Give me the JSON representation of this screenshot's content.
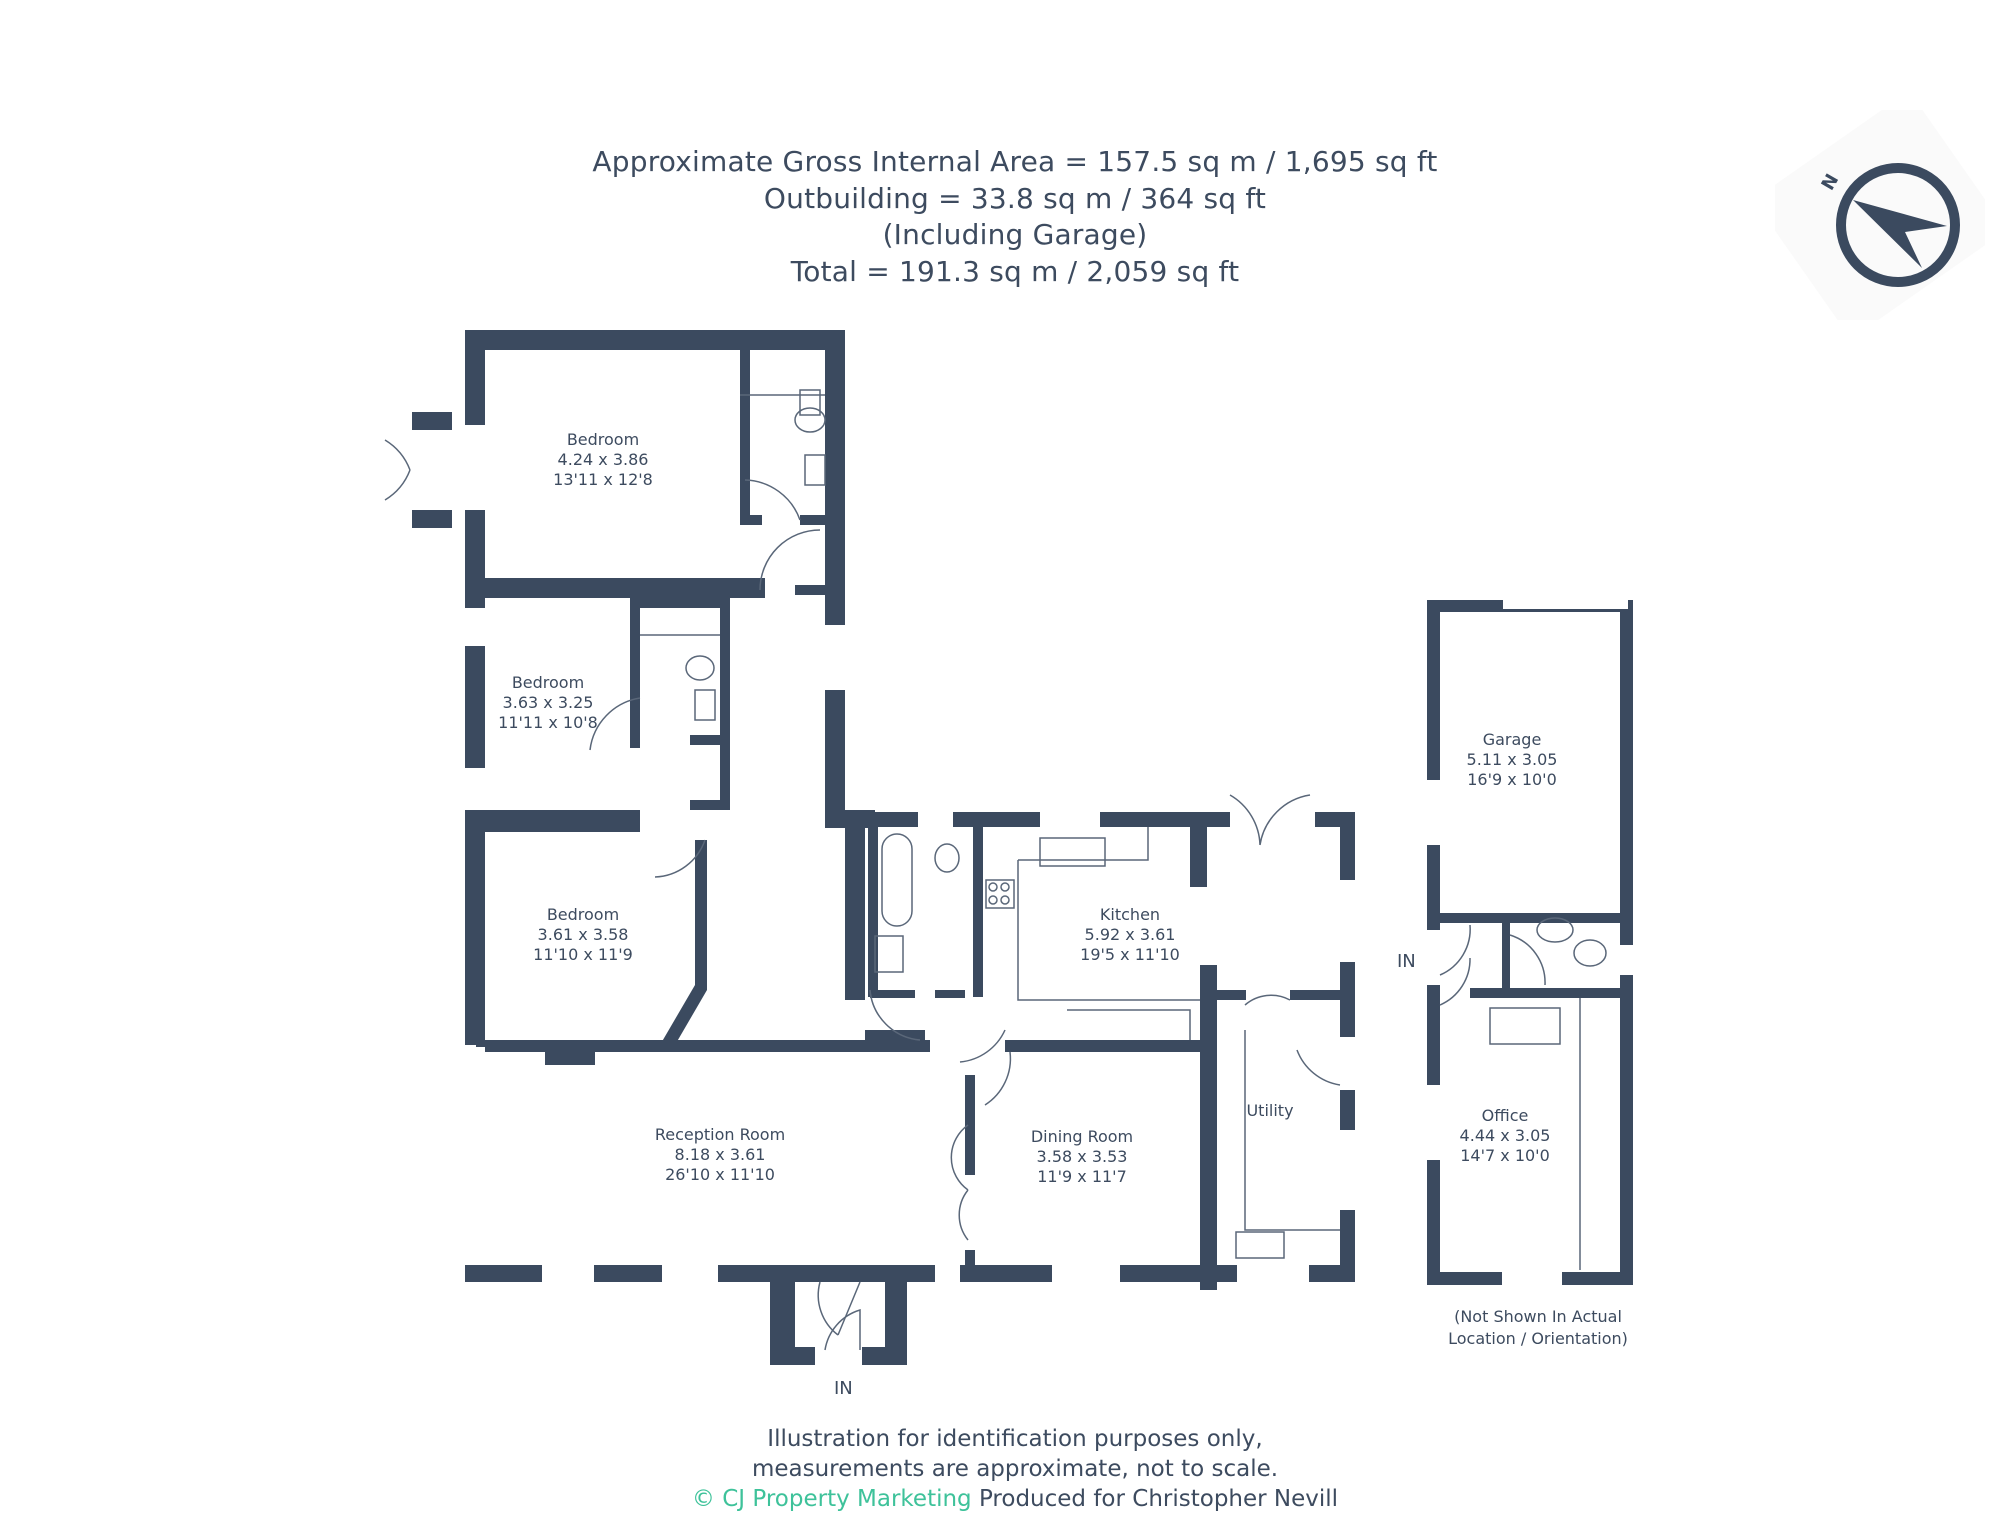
{
  "header": {
    "line1": "Approximate Gross Internal Area = 157.5 sq m / 1,695 sq ft",
    "line2": "Outbuilding = 33.8 sq m / 364 sq ft",
    "line3": "(Including Garage)",
    "line4": "Total = 191.3 sq m / 2,059 sq ft"
  },
  "compass": {
    "label": "N",
    "icon": "north-compass-icon"
  },
  "colors": {
    "wall": "#3b4a5f",
    "brand": "#3ec29a",
    "text": "#3d4b5f",
    "background": "#ffffff"
  },
  "rooms": [
    {
      "name": "Bedroom",
      "metric": "4.24 x 3.86",
      "imperial": "13'11 x 12'8"
    },
    {
      "name": "Bedroom",
      "metric": "3.63 x 3.25",
      "imperial": "11'11 x 10'8"
    },
    {
      "name": "Bedroom",
      "metric": "3.61 x 3.58",
      "imperial": "11'10 x 11'9"
    },
    {
      "name": "Kitchen",
      "metric": "5.92 x 3.61",
      "imperial": "19'5 x 11'10"
    },
    {
      "name": "Reception Room",
      "metric": "8.18 x 3.61",
      "imperial": "26'10 x 11'10"
    },
    {
      "name": "Dining Room",
      "metric": "3.58 x 3.53",
      "imperial": "11'9 x 11'7"
    },
    {
      "name": "Utility"
    },
    {
      "name": "Garage",
      "metric": "5.11 x 3.05",
      "imperial": "16'9 x 10'0"
    },
    {
      "name": "Office",
      "metric": "4.44 x 3.05",
      "imperial": "14'7 x 10'0"
    }
  ],
  "entrances": {
    "main": "IN",
    "outbuilding": "IN"
  },
  "outbuilding_note": {
    "line1": "(Not Shown In Actual",
    "line2": "Location / Orientation)"
  },
  "footer": {
    "line1": "Illustration for identification purposes only,",
    "line2": "measurements are approximate, not to scale.",
    "brand": "© CJ Property Marketing",
    "produced_for": "Produced for Christopher Nevill"
  }
}
